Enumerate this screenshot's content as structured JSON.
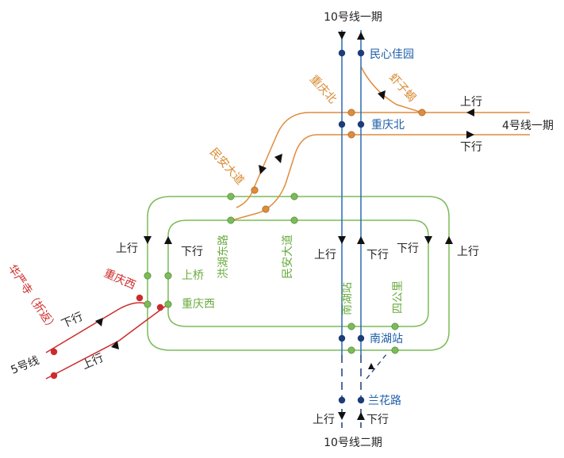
{
  "colors": {
    "blue": "#2a6ab4",
    "blue_station": "#1d3c78",
    "orange": "#e08c3b",
    "green": "#7cbb58",
    "red": "#cc2b2b",
    "black": "#111111"
  },
  "lines": {
    "line10_phase1": "10号线一期",
    "line10_phase2": "10号线二期",
    "line4_phase1": "4号线一期",
    "line5": "5号线"
  },
  "stations": {
    "minxin_jiayuan": "民心佳园",
    "chongqing_bei_blue": "重庆北",
    "nanhu_zhan": "南湖站",
    "lanhua_lu": "兰花路",
    "chongqing_bei_orange": "重庆北",
    "xiziya": "虾子蝎",
    "minan_dadao_orange": "民安大道",
    "honghu_donglu": "洪湖东路",
    "minan_dadao_green": "民安大道",
    "shangqiao": "上桥",
    "chongqing_xi_green": "重庆西",
    "nanhu_zhan_green": "南湖站",
    "sigongli": "四公里",
    "chongqing_xi_red": "重庆西",
    "huayansi": "华严寺（折返）"
  },
  "directions": {
    "up": "上行",
    "down": "下行"
  }
}
